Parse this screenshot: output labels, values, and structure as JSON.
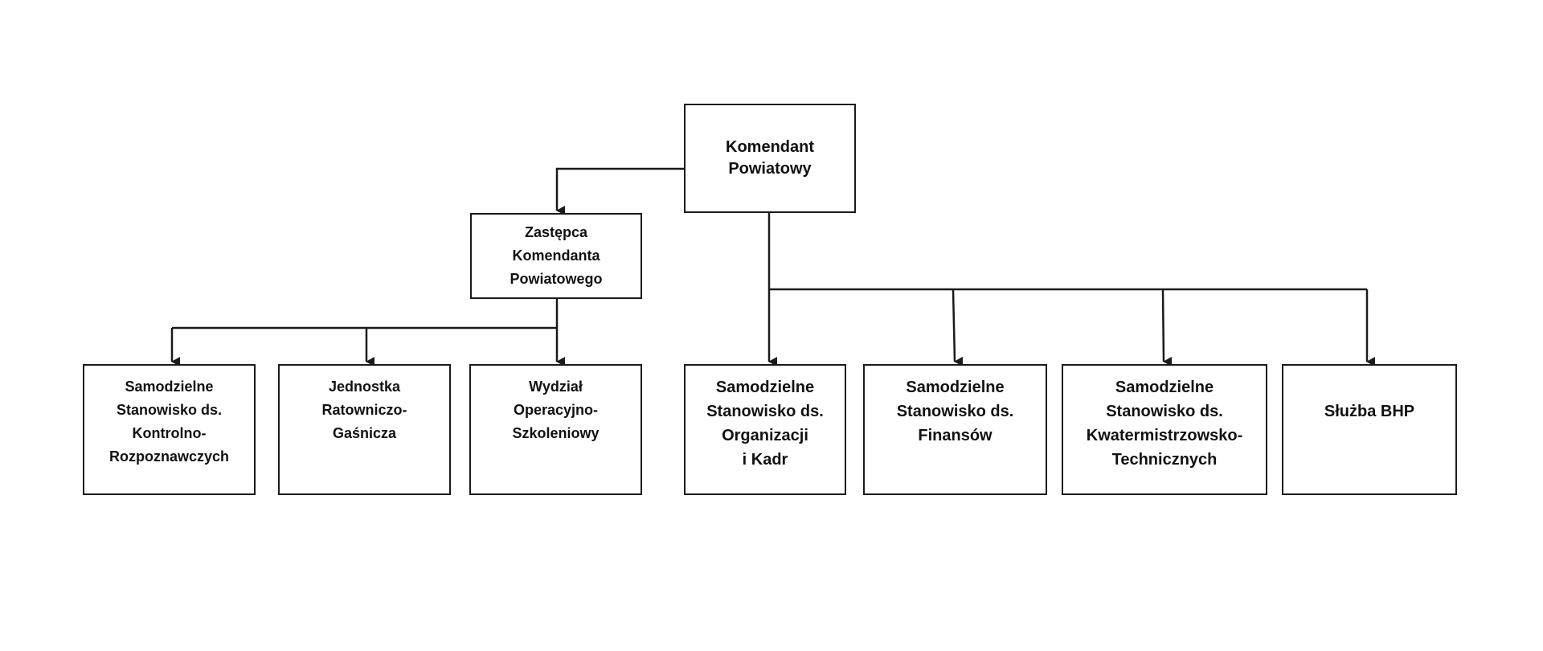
{
  "diagram": {
    "root": {
      "label": "Komendant\nPowiatowy"
    },
    "deputy": {
      "label": "Zastępca\nKomendanta\nPowiatowego"
    },
    "deputy_units": [
      {
        "label": "Samodzielne\nStanowisko ds.\nKontrolno-\nRozpoznawczych"
      },
      {
        "label": "Jednostka\nRatowniczo-\nGaśnicza"
      },
      {
        "label": "Wydział\nOperacyjno-\nSzkoleniowy"
      }
    ],
    "root_units": [
      {
        "label": "Samodzielne\nStanowisko ds.\nOrganizacji\ni Kadr"
      },
      {
        "label": "Samodzielne\nStanowisko ds.\nFinansów"
      },
      {
        "label": "Samodzielne\nStanowisko ds.\nKwatermistrzowsko-\nTechnicznych"
      },
      {
        "label": "Służba BHP"
      }
    ],
    "colors": {
      "line": "#1a1a1a",
      "box_border": "#1a1a1a",
      "text": "#111111",
      "background": "#ffffff"
    }
  }
}
